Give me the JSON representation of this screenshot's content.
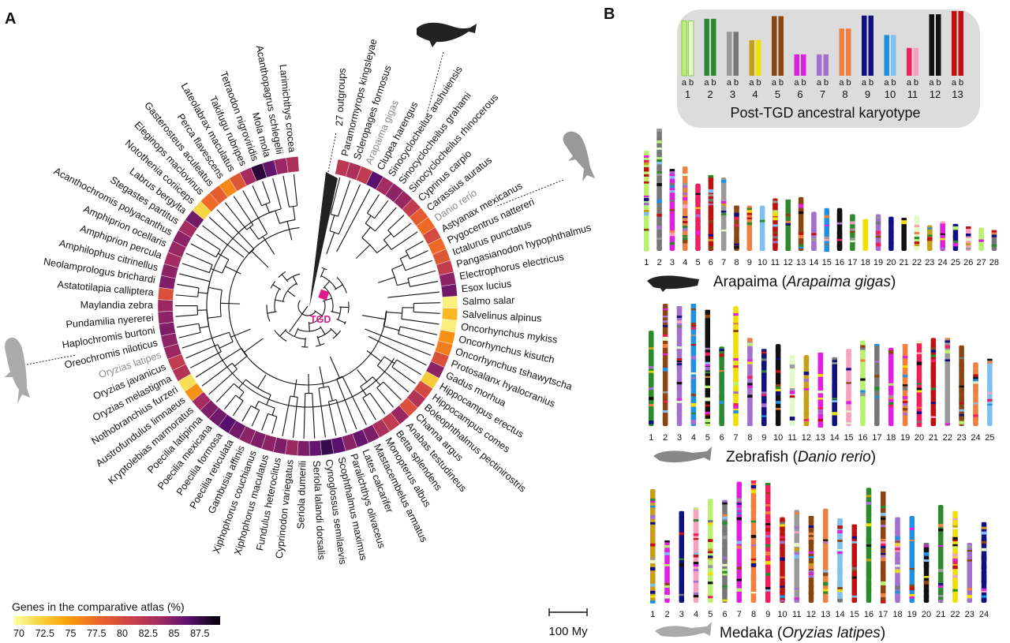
{
  "panel_a": {
    "letter": "A",
    "species": [
      {
        "name": "Paramormyrops kingsleyae",
        "pct": 82.5
      },
      {
        "name": "Scleropages formosus",
        "pct": 83.5
      },
      {
        "name": "Arapaima gigas",
        "pct": 82.0,
        "highlight": true
      },
      {
        "name": "Clupea harengus",
        "pct": 87.0
      },
      {
        "name": "Sinocyclocheilus anshuiensis",
        "pct": 84.0
      },
      {
        "name": "Sinocyclocheilus grahami",
        "pct": 85.0
      },
      {
        "name": "Sinocyclocheilus rhinocerous",
        "pct": 84.5
      },
      {
        "name": "Cyprinus carpio",
        "pct": 82.0
      },
      {
        "name": "Carassius auratus",
        "pct": 79.0
      },
      {
        "name": "Danio rerio",
        "pct": 78.0,
        "highlight": true
      },
      {
        "name": "Astyanax mexicanus",
        "pct": 80.5
      },
      {
        "name": "Pygocentrus nattereri",
        "pct": 78.0
      },
      {
        "name": "Ictalurus punctatus",
        "pct": 79.5
      },
      {
        "name": "Pangasianodon hypophthalmus",
        "pct": 82.0
      },
      {
        "name": "Electrophorus electricus",
        "pct": 85.0
      },
      {
        "name": "Esox lucius",
        "pct": 86.0
      },
      {
        "name": "Salmo salar",
        "pct": 71.0
      },
      {
        "name": "Salvelinus alpinus",
        "pct": 74.0
      },
      {
        "name": "Oncorhynchus mykiss",
        "pct": 71.0
      },
      {
        "name": "Oncorhynchus kisutch",
        "pct": 76.0
      },
      {
        "name": "Oncorhynchus tshawytscha",
        "pct": 77.0
      },
      {
        "name": "Protosalanx hyalocranius",
        "pct": 80.0
      },
      {
        "name": "Gadus morhua",
        "pct": 85.0
      },
      {
        "name": "Hippocampus erectus",
        "pct": 73.0
      },
      {
        "name": "Hippocampus comes",
        "pct": 80.5
      },
      {
        "name": "Boleophthalmus pectinirostris",
        "pct": 83.0
      },
      {
        "name": "Channa argus",
        "pct": 80.0
      },
      {
        "name": "Anabas testudineus",
        "pct": 84.5
      },
      {
        "name": "Betta splendens",
        "pct": 82.0
      },
      {
        "name": "Monopterus albus",
        "pct": 83.5
      },
      {
        "name": "Mastacembelus armatus",
        "pct": 85.5
      },
      {
        "name": "Lates calcarifer",
        "pct": 86.5
      },
      {
        "name": "Paralichthys olivaceus",
        "pct": 85.0
      },
      {
        "name": "Scophthalmus maximus",
        "pct": 87.0
      },
      {
        "name": "Cynoglossus semilaevis",
        "pct": 88.0
      },
      {
        "name": "Seriola lalandi dorsalis",
        "pct": 86.5
      },
      {
        "name": "Seriola dumerili",
        "pct": 85.5
      },
      {
        "name": "Cyprinodon variegatus",
        "pct": 84.5
      },
      {
        "name": "Fundulus heteroclitus",
        "pct": 85.5
      },
      {
        "name": "Xiphophorus maculatus",
        "pct": 85.0
      },
      {
        "name": "Xiphophorus couchianus",
        "pct": 85.5
      },
      {
        "name": "Gambusia affinis",
        "pct": 85.0
      },
      {
        "name": "Poecilia reticulata",
        "pct": 86.0
      },
      {
        "name": "Poecilia formosa",
        "pct": 87.0
      },
      {
        "name": "Poecilia mexicana",
        "pct": 86.0
      },
      {
        "name": "Poecilia latipinna",
        "pct": 85.5
      },
      {
        "name": "Kryptolebias marmoratus",
        "pct": 84.0
      },
      {
        "name": "Austrofundulus limnaeus",
        "pct": 76.0
      },
      {
        "name": "Nothobranchius furzeri",
        "pct": 72.0
      },
      {
        "name": "Oryzias melastigma",
        "pct": 83.0
      },
      {
        "name": "Oryzias javanicus",
        "pct": 82.0
      },
      {
        "name": "Oryzias latipes",
        "pct": 84.5,
        "highlight": true
      },
      {
        "name": "Oreochromis niloticus",
        "pct": 85.0
      },
      {
        "name": "Haplochromis burtoni",
        "pct": 85.5
      },
      {
        "name": "Pundamilia nyererei",
        "pct": 85.0
      },
      {
        "name": "Maylandia zebra",
        "pct": 84.5
      },
      {
        "name": "Astatotilapia calliptera",
        "pct": 80.0
      },
      {
        "name": "Neolamprologus brichardi",
        "pct": 85.5
      },
      {
        "name": "Amphilophus citrinellus",
        "pct": 85.0
      },
      {
        "name": "Amphiprion percula",
        "pct": 84.0
      },
      {
        "name": "Amphiprion ocellaris",
        "pct": 84.5
      },
      {
        "name": "Acanthochromis polyacanthus",
        "pct": 85.0
      },
      {
        "name": "Stegastes partitus",
        "pct": 84.0
      },
      {
        "name": "Labrus bergylta",
        "pct": 86.0
      },
      {
        "name": "Notothenia coriiceps",
        "pct": 72.5
      },
      {
        "name": "Eleginops maclovinus",
        "pct": 78.0
      },
      {
        "name": "Gasterosteus aculeatus",
        "pct": 79.0
      },
      {
        "name": "Perca flavescens",
        "pct": 76.5
      },
      {
        "name": "Lateolabrax maculatus",
        "pct": 79.5
      },
      {
        "name": "Takifugu rubripes",
        "pct": 84.0
      },
      {
        "name": "Tetraodon nigroviridis",
        "pct": 88.5
      },
      {
        "name": "Mola mola",
        "pct": 86.5
      },
      {
        "name": "Acanthopagrus schlegelii",
        "pct": 84.5
      },
      {
        "name": "Larimichthys crocea",
        "pct": 83.5
      }
    ],
    "outgroup_label": "27 outgroups",
    "tgd_label": "TGD",
    "legend": {
      "title": "Genes in the comparative atlas (%)",
      "ticks": [
        "70",
        "72.5",
        "75",
        "77.5",
        "80",
        "82.5",
        "85",
        "87.5"
      ],
      "min": 70,
      "max": 90
    },
    "scale_bar": "100 My",
    "colors": {
      "tgd": "#e0188a",
      "outgroup_wedge": "#222222",
      "branch": "#111111"
    }
  },
  "panel_b": {
    "letter": "B",
    "karyotype": {
      "title": "Post-TGD ancestral karyotype",
      "ab": "a b",
      "chromosomes": [
        {
          "num": "1",
          "color": "#b8f070",
          "color_b": "#e3f9c8",
          "len": 0.85,
          "hollow": true
        },
        {
          "num": "2",
          "color": "#2b8a2b",
          "color_b": "#2b8a2b",
          "len": 0.88
        },
        {
          "num": "3",
          "color": "#999999",
          "color_b": "#777777",
          "len": 0.68
        },
        {
          "num": "4",
          "color": "#c8a018",
          "color_b": "#f0e000",
          "len": 0.55
        },
        {
          "num": "5",
          "color": "#8b4510",
          "color_b": "#8b4510",
          "len": 0.92
        },
        {
          "num": "6",
          "color": "#e020e0",
          "color_b": "#e020e0",
          "len": 0.33
        },
        {
          "num": "7",
          "color": "#a470d0",
          "color_b": "#a470d0",
          "len": 0.33
        },
        {
          "num": "8",
          "color": "#f08040",
          "color_b": "#f08040",
          "len": 0.73
        },
        {
          "num": "9",
          "color": "#101080",
          "color_b": "#101080",
          "len": 0.93
        },
        {
          "num": "10",
          "color": "#2090e0",
          "color_b": "#80c0f0",
          "len": 0.63
        },
        {
          "num": "11",
          "color": "#f02060",
          "color_b": "#f8a0c0",
          "len": 0.43
        },
        {
          "num": "12",
          "color": "#111111",
          "color_b": "#111111",
          "len": 0.95
        },
        {
          "num": "13",
          "color": "#c01010",
          "color_b": "#c01010",
          "len": 1.0
        }
      ]
    },
    "organisms": [
      {
        "common": "Arapaima",
        "latin": "Arapaima gigas",
        "n": 28,
        "lengths": [
          0.82,
          1.0,
          0.67,
          0.69,
          0.55,
          0.62,
          0.6,
          0.37,
          0.37,
          0.37,
          0.43,
          0.42,
          0.44,
          0.32,
          0.35,
          0.35,
          0.3,
          0.26,
          0.3,
          0.28,
          0.27,
          0.29,
          0.21,
          0.24,
          0.22,
          0.2,
          0.19,
          0.17
        ]
      },
      {
        "common": "Zebrafish",
        "latin": "Danio rerio",
        "n": 25,
        "lengths": [
          0.78,
          1.0,
          0.98,
          1.0,
          0.95,
          0.65,
          0.98,
          0.72,
          0.63,
          0.67,
          0.58,
          0.58,
          0.6,
          0.56,
          0.63,
          0.7,
          0.67,
          0.64,
          0.67,
          0.7,
          0.72,
          0.72,
          0.66,
          0.52,
          0.55
        ]
      },
      {
        "common": "Medaka",
        "latin": "Oryzias latipes",
        "n": 24,
        "lengths": [
          0.93,
          0.51,
          0.75,
          0.78,
          0.85,
          0.84,
          0.99,
          1.0,
          0.98,
          0.7,
          0.76,
          0.71,
          0.77,
          0.69,
          0.64,
          0.94,
          0.91,
          0.7,
          0.71,
          0.49,
          0.8,
          0.75,
          0.49,
          0.66
        ]
      }
    ]
  }
}
